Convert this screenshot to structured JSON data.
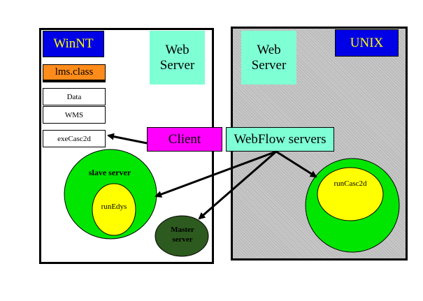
{
  "winnt_panel": {
    "title": "WinNT"
  },
  "unix_panel": {
    "title": "UNIX"
  },
  "web_server_1": {
    "line1": "Web",
    "line2": "Server"
  },
  "web_server_2": {
    "line1": "Web",
    "line2": "Server"
  },
  "stack": {
    "items": [
      "lms.class",
      "Data",
      "WMS",
      "exeCasc2d"
    ]
  },
  "client": {
    "label": "Client"
  },
  "webflow": {
    "label": "WebFlow servers"
  },
  "slave_server": {
    "label": "slave server",
    "inner": "runEdys"
  },
  "master_server": {
    "line1": "Master",
    "line2": "server"
  },
  "unix_node": {
    "inner": "runCasc2d"
  },
  "colors": {
    "panel_blue": "#0000e6",
    "panel_text": "#ffff00",
    "aqua": "#7fffd4",
    "orange": "#ff8c1a",
    "magenta": "#ff00ff",
    "green": "#00e600",
    "yellow": "#ffff00",
    "dark_green": "#2d5a1e"
  }
}
